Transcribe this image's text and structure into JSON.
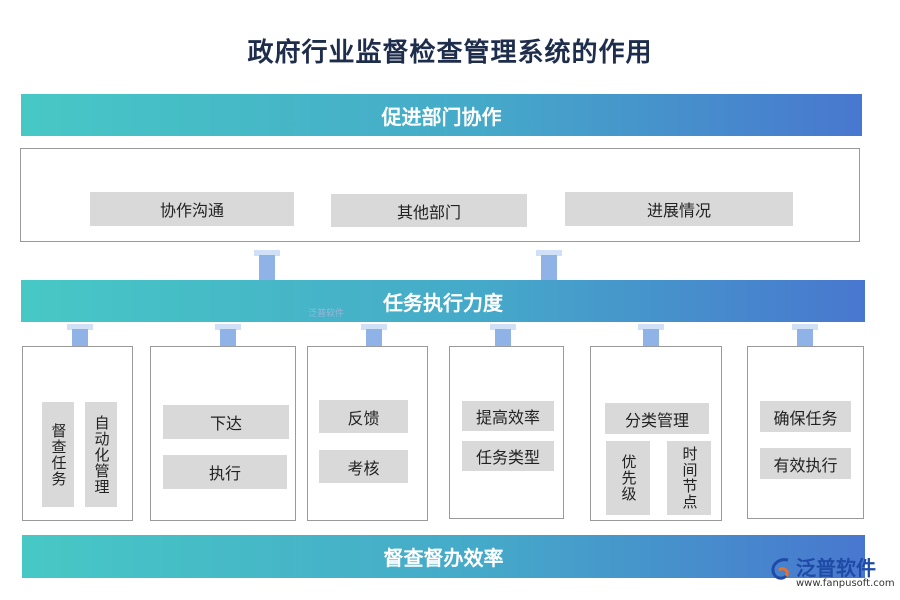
{
  "title": "政府行业监督检查管理系统的作用",
  "banners": {
    "top": "促进部门协作",
    "middle": "任务执行力度",
    "bottom": "督查督办效率"
  },
  "top_items": [
    "协作沟通",
    "其他部门",
    "进展情况"
  ],
  "groups": [
    {
      "vertical": [
        "督查任务",
        "自动化管理"
      ]
    },
    {
      "items": [
        "下达",
        "执行"
      ]
    },
    {
      "items": [
        "反馈",
        "考核"
      ]
    },
    {
      "items": [
        "提高效率",
        "任务类型"
      ]
    },
    {
      "header": "分类管理",
      "vertical": [
        "优先级",
        "时间节点"
      ]
    },
    {
      "items": [
        "确保任务",
        "有效执行"
      ]
    }
  ],
  "watermark": "泛普软件",
  "logo": {
    "brand": "泛普软件",
    "url": "www.fanpusoft.com",
    "color": "#1f4aa6"
  },
  "colors": {
    "banner_start": "#47c8c5",
    "banner_end": "#4877cf",
    "chip": "#d9d9d9",
    "arrow": "#8fb3e6"
  }
}
